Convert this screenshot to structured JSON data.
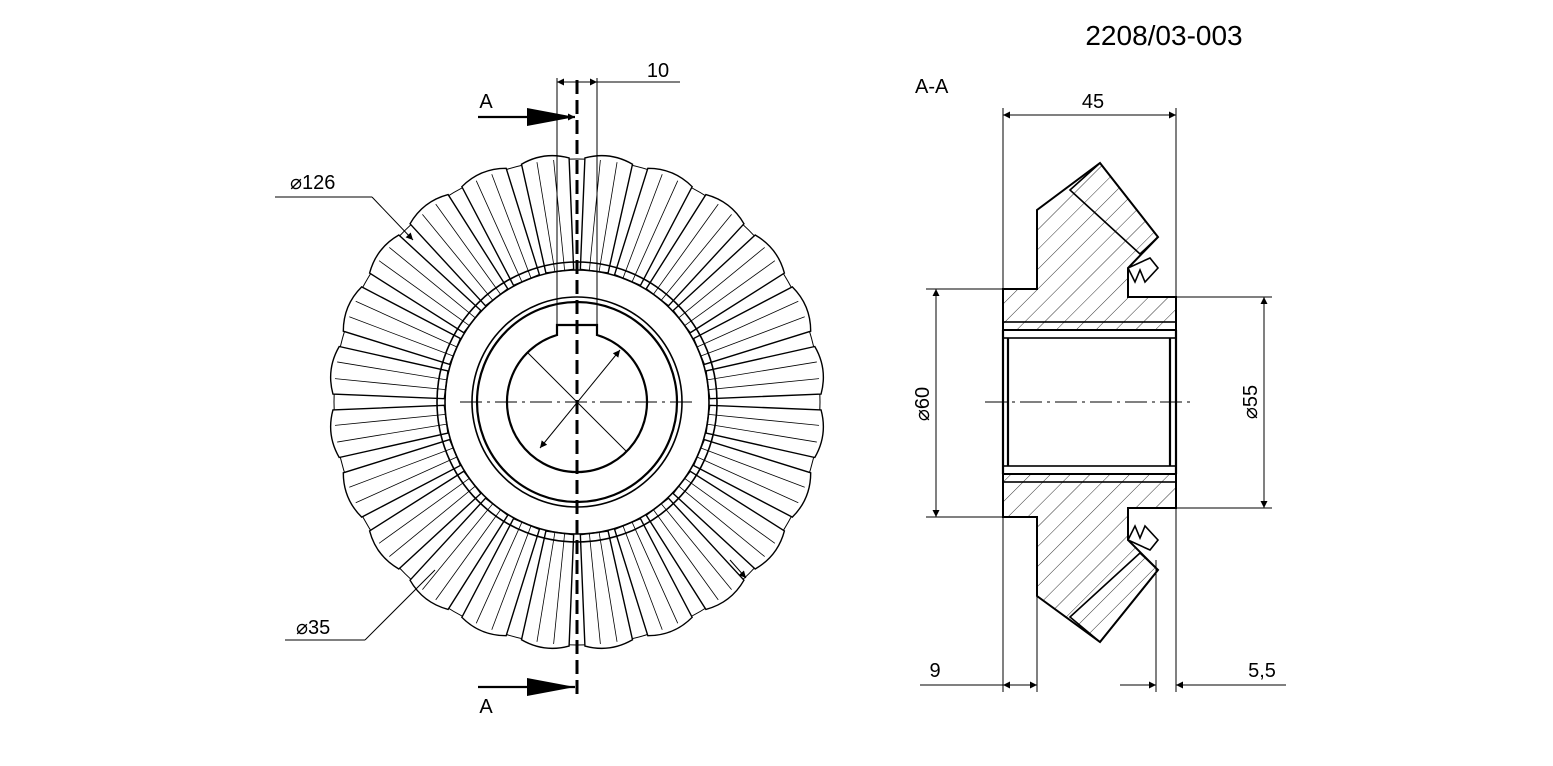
{
  "drawing_number": "2208/03-003",
  "section_label": "A-A",
  "cut_label_top": "A",
  "cut_label_bottom": "A",
  "front_view": {
    "tooth_count": 24,
    "dim_width": "10",
    "dim_outer_diameter": "⌀126",
    "dim_bore_diameter": "⌀35"
  },
  "section_view": {
    "dim_length": "45",
    "dim_hub_diameter": "⌀60",
    "dim_bore_diameter_right": "⌀55",
    "dim_hub_length": "9",
    "dim_offset": "5,5"
  },
  "colors": {
    "line": "#000000",
    "background": "#ffffff"
  }
}
